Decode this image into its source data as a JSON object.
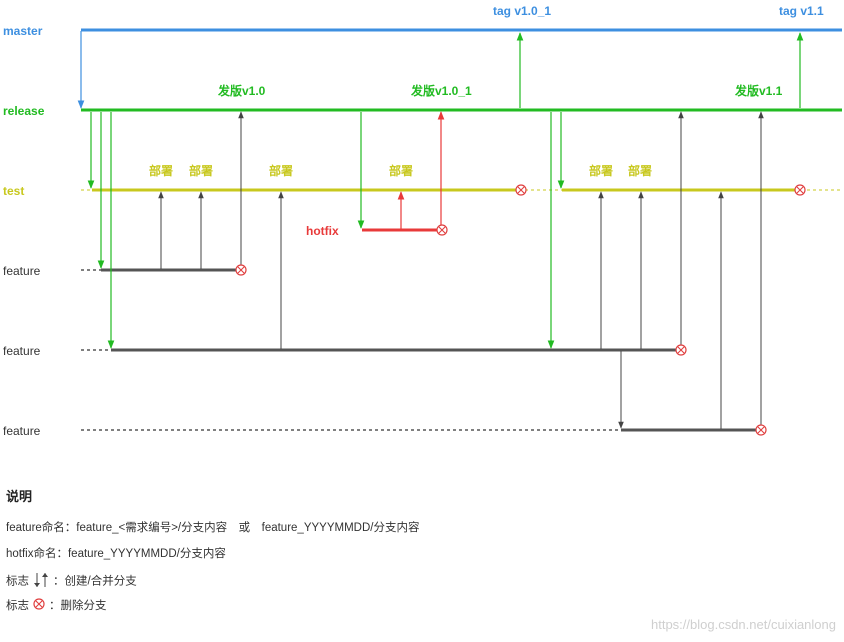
{
  "lanes": {
    "master": "master",
    "release": "release",
    "test": "test",
    "hotfix": "hotfix",
    "feature1": "feature",
    "feature2": "feature",
    "feature3": "feature"
  },
  "tags": [
    "tag v1.0_1",
    "tag v1.1"
  ],
  "releases": [
    "发版v1.0",
    "发版v1.0_1",
    "发版v1.1"
  ],
  "deploy_label": "部署",
  "colors": {
    "master": "#3d8fe0",
    "release": "#22bb22",
    "test": "#c8c81e",
    "hotfix": "#e83a3a",
    "feature": "#555555",
    "arrow": "#444444",
    "delete": "#e04040"
  },
  "legend": {
    "title": "说明",
    "line1": "feature命名：feature_<需求编号>/分支内容　或　feature_YYYYMMDD/分支内容",
    "line2": "hotfix命名：feature_YYYYMMDD/分支内容",
    "line3_prefix": "标志",
    "line3_suffix": "：创建/合并分支",
    "line4_prefix": "标志",
    "line4_suffix": "：删除分支"
  },
  "watermark": "https://blog.csdn.net/cuixianlong"
}
